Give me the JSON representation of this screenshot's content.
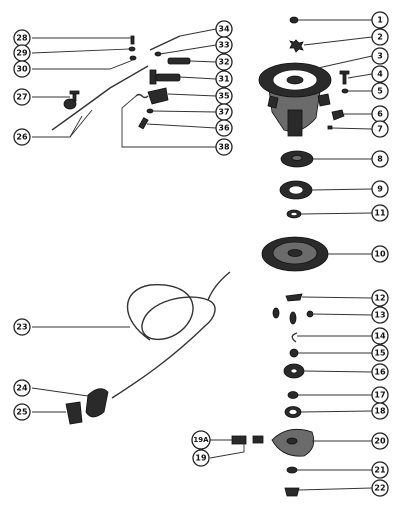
{
  "callouts": [
    {
      "id": "1",
      "label": "1"
    },
    {
      "id": "2",
      "label": "2"
    },
    {
      "id": "3",
      "label": "3"
    },
    {
      "id": "4",
      "label": "4"
    },
    {
      "id": "5",
      "label": "5"
    },
    {
      "id": "6",
      "label": "6"
    },
    {
      "id": "7",
      "label": "7"
    },
    {
      "id": "8",
      "label": "8"
    },
    {
      "id": "9",
      "label": "9"
    },
    {
      "id": "11",
      "label": "11"
    },
    {
      "id": "10",
      "label": "10"
    },
    {
      "id": "12",
      "label": "12"
    },
    {
      "id": "13",
      "label": "13"
    },
    {
      "id": "14",
      "label": "14"
    },
    {
      "id": "15",
      "label": "15"
    },
    {
      "id": "16",
      "label": "16"
    },
    {
      "id": "17",
      "label": "17"
    },
    {
      "id": "18",
      "label": "18"
    },
    {
      "id": "20",
      "label": "20"
    },
    {
      "id": "21",
      "label": "21"
    },
    {
      "id": "22",
      "label": "22"
    },
    {
      "id": "19A",
      "label": "19A"
    },
    {
      "id": "19",
      "label": "19"
    },
    {
      "id": "28",
      "label": "28"
    },
    {
      "id": "29",
      "label": "29"
    },
    {
      "id": "30",
      "label": "30"
    },
    {
      "id": "27",
      "label": "27"
    },
    {
      "id": "26",
      "label": "26"
    },
    {
      "id": "34",
      "label": "34"
    },
    {
      "id": "33",
      "label": "33"
    },
    {
      "id": "32",
      "label": "32"
    },
    {
      "id": "31",
      "label": "31"
    },
    {
      "id": "35",
      "label": "35"
    },
    {
      "id": "37",
      "label": "37"
    },
    {
      "id": "36",
      "label": "36"
    },
    {
      "id": "38",
      "label": "38"
    },
    {
      "id": "23",
      "label": "23"
    },
    {
      "id": "24",
      "label": "24"
    },
    {
      "id": "25",
      "label": "25"
    }
  ]
}
